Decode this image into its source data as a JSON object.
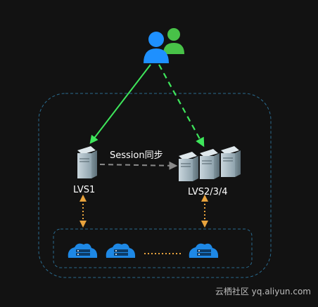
{
  "diagram": {
    "session_label": "Session同步",
    "lvs1_label": "LVS1",
    "lvs_group_label": "LVS2/3/4"
  },
  "watermark": {
    "text": "云栖社区 yq.aliyun.com"
  },
  "colors": {
    "background": "#121212",
    "green_arrow": "#3ee65b",
    "gray_arrow": "#8a8a8a",
    "orange_arrow": "#e8a33d",
    "blue_border": "#2a6b8f",
    "cloud_blue": "#1e88e5",
    "user_blue": "#1e90ff",
    "user_green": "#48c248"
  },
  "icons": {
    "users": "users-icon",
    "server": "server-icon",
    "cloud_server": "cloud-server-icon"
  }
}
